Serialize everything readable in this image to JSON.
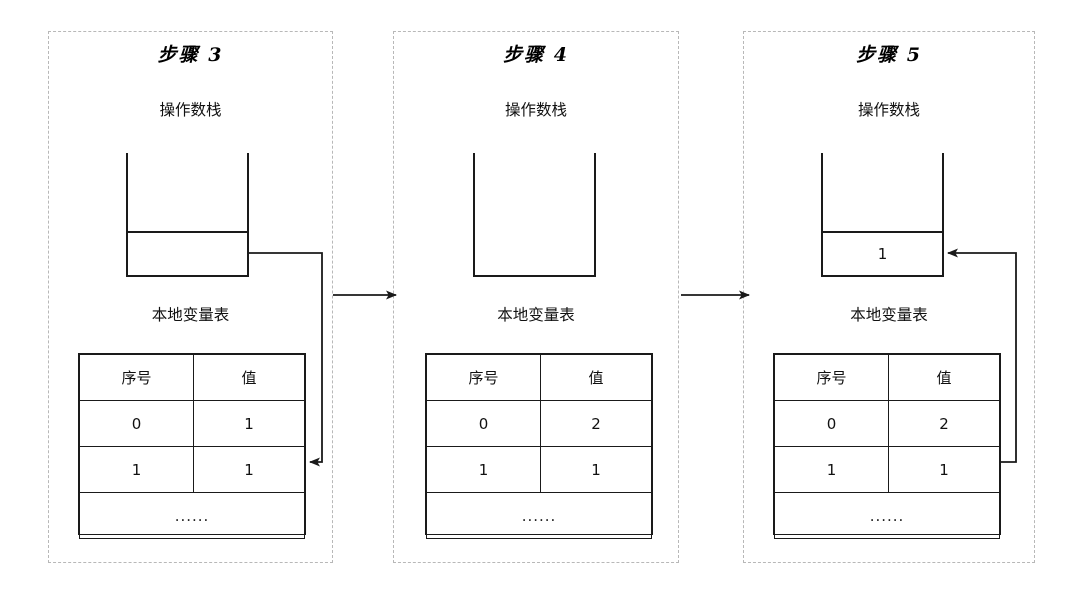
{
  "diagram": {
    "title_prefix": "步骤",
    "stack_label": "操作数栈",
    "table_label": "本地变量表",
    "table_headers": [
      "序号",
      "值"
    ],
    "ellipsis": "......",
    "line_color": "#1a1a1a",
    "panel_border_color": "#b8b8b8",
    "background": "#ffffff"
  },
  "panels": [
    {
      "title": "步骤 3",
      "stack_label": "操作数栈",
      "stack_cells": [
        ""
      ],
      "table_label": "本地变量表",
      "table_headers": [
        "序号",
        "值"
      ],
      "rows": [
        {
          "index": "0",
          "value": "1"
        },
        {
          "index": "1",
          "value": "1"
        }
      ],
      "ellipsis": "......",
      "connector": "stack-to-table"
    },
    {
      "title": "步骤 4",
      "stack_label": "操作数栈",
      "stack_cells": [],
      "table_label": "本地变量表",
      "table_headers": [
        "序号",
        "值"
      ],
      "rows": [
        {
          "index": "0",
          "value": "2"
        },
        {
          "index": "1",
          "value": "1"
        }
      ],
      "ellipsis": "......",
      "connector": "none"
    },
    {
      "title": "步骤 5",
      "stack_label": "操作数栈",
      "stack_cells": [
        "1"
      ],
      "table_label": "本地变量表",
      "table_headers": [
        "序号",
        "值"
      ],
      "rows": [
        {
          "index": "0",
          "value": "2"
        },
        {
          "index": "1",
          "value": "1"
        }
      ],
      "ellipsis": "......",
      "connector": "table-to-stack"
    }
  ],
  "flow_arrows": [
    {
      "from": "步骤 3",
      "to": "步骤 4"
    },
    {
      "from": "步骤 4",
      "to": "步骤 5"
    }
  ]
}
